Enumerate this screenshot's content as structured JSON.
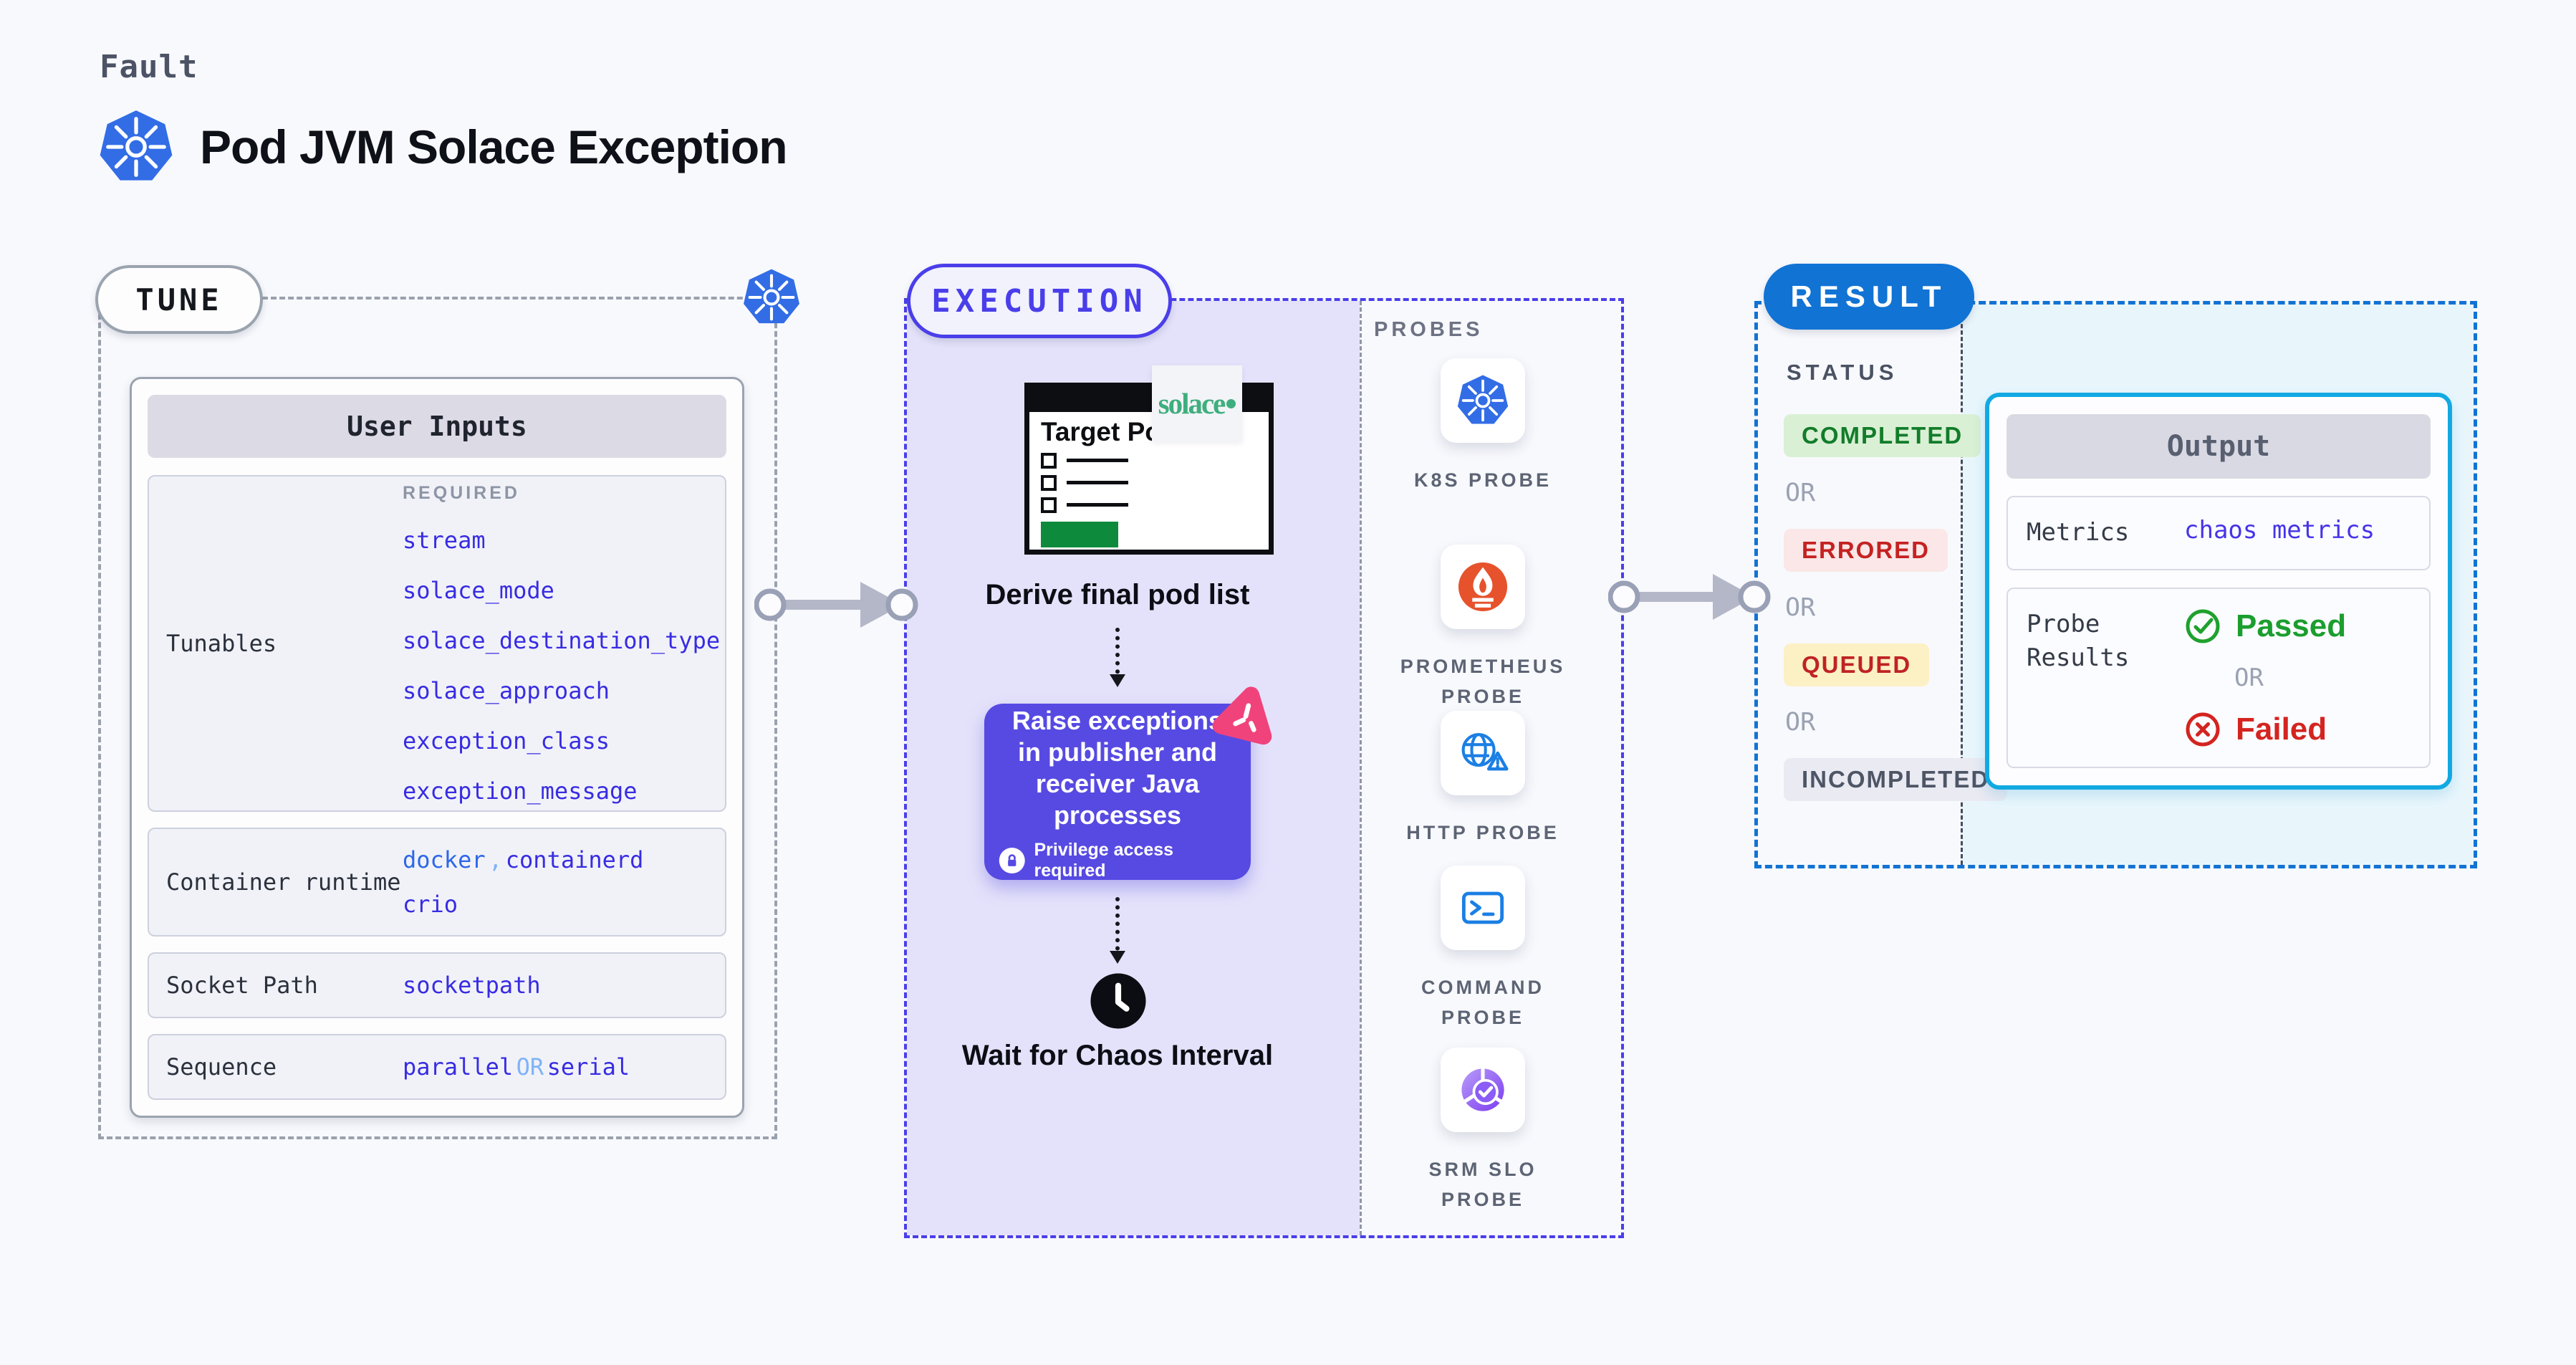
{
  "header": {
    "kicker": "Fault",
    "title": "Pod JVM Solace Exception"
  },
  "tune": {
    "label": "TUNE",
    "user_inputs": {
      "title": "User Inputs",
      "rows": {
        "tunables": {
          "label": "Tunables",
          "required_label": "REQUIRED",
          "values": [
            "stream",
            "solace_mode",
            "solace_destination_type",
            "solace_approach",
            "exception_class",
            "exception_message"
          ]
        },
        "container_runtime": {
          "label": "Container runtime",
          "value_1": "docker",
          "comma": ",",
          "value_2": "containerd",
          "value_3": "crio"
        },
        "socket_path": {
          "label": "Socket Path",
          "value": "socketpath"
        },
        "sequence": {
          "label": "Sequence",
          "value_1": "parallel",
          "or": "OR",
          "value_2": "serial"
        }
      }
    }
  },
  "execution": {
    "label": "EXECUTION",
    "target_pods": {
      "title": "Target Pods",
      "brand": "solace"
    },
    "derive_caption": "Derive final pod list",
    "action": {
      "text": "Raise exceptions in publisher and receiver Java processes",
      "privilege_note": "Privilege access required"
    },
    "wait_caption": "Wait for Chaos Interval"
  },
  "probes": {
    "label": "PROBES",
    "items": [
      {
        "name": "K8S PROBE",
        "icon": "kubernetes-icon"
      },
      {
        "name": "PROMETHEUS PROBE",
        "icon": "prometheus-icon"
      },
      {
        "name": "HTTP PROBE",
        "icon": "http-globe-icon"
      },
      {
        "name": "COMMAND PROBE",
        "icon": "terminal-icon"
      },
      {
        "name": "SRM SLO PROBE",
        "icon": "slo-pie-icon"
      }
    ]
  },
  "result": {
    "label": "RESULT",
    "status": {
      "label": "STATUS",
      "or": "OR",
      "badges": [
        {
          "text": "COMPLETED",
          "bg": "#d9f0d4",
          "fg": "#127c2a"
        },
        {
          "text": "ERRORED",
          "bg": "#fbe7e7",
          "fg": "#c42222"
        },
        {
          "text": "QUEUED",
          "bg": "#fcf0c5",
          "fg": "#bf2323"
        },
        {
          "text": "INCOMPLETED",
          "bg": "#e9eaf2",
          "fg": "#4e5666"
        }
      ]
    },
    "output": {
      "title": "Output",
      "metrics": {
        "label": "Metrics",
        "value": "chaos metrics"
      },
      "probe_results": {
        "label": "Probe Results",
        "passed": "Passed",
        "or": "OR",
        "failed": "Failed"
      }
    }
  },
  "colors": {
    "page_bg": "#f8f9fd",
    "indigo_accent": "#4a3eea",
    "indigo_value": "#382ce2",
    "lavender_bg": "#e4e2fa",
    "purple_action": "#574ae2",
    "pink_chaos": "#f0437c",
    "result_blue": "#1173d4",
    "output_cyan": "#12a9e2",
    "cyan_bg": "#e8f6fc",
    "k8s_blue": "#326de6",
    "prometheus_orange": "#e6522c",
    "solace_green": "#3fae7e",
    "passed_green": "#1b9e2e",
    "failed_red": "#d42420",
    "arrow_gray": "#b4b7c8"
  }
}
